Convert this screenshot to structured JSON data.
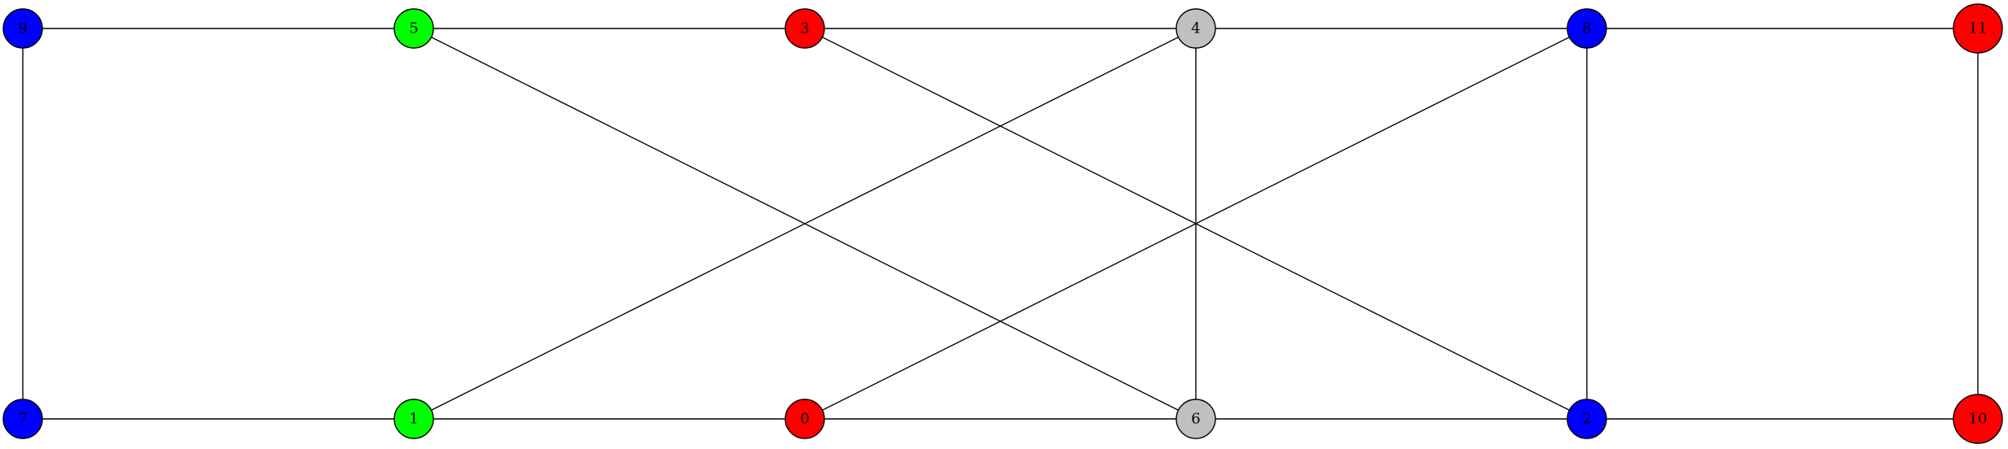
{
  "graph": {
    "nodes": [
      {
        "id": "9",
        "label": "9",
        "color": "#0000ff",
        "size": "normal",
        "row": "top",
        "col": 0
      },
      {
        "id": "5",
        "label": "5",
        "color": "#00ff00",
        "size": "normal",
        "row": "top",
        "col": 1
      },
      {
        "id": "3",
        "label": "3",
        "color": "#ff0000",
        "size": "normal",
        "row": "top",
        "col": 2
      },
      {
        "id": "4",
        "label": "4",
        "color": "#c0c0c0",
        "size": "normal",
        "row": "top",
        "col": 3
      },
      {
        "id": "8",
        "label": "8",
        "color": "#0000ff",
        "size": "normal",
        "row": "top",
        "col": 4
      },
      {
        "id": "11",
        "label": "11",
        "color": "#ff0000",
        "size": "large",
        "row": "top",
        "col": 5
      },
      {
        "id": "7",
        "label": "7",
        "color": "#0000ff",
        "size": "normal",
        "row": "bottom",
        "col": 0
      },
      {
        "id": "1",
        "label": "1",
        "color": "#00ff00",
        "size": "normal",
        "row": "bottom",
        "col": 1
      },
      {
        "id": "0",
        "label": "0",
        "color": "#ff0000",
        "size": "normal",
        "row": "bottom",
        "col": 2
      },
      {
        "id": "6",
        "label": "6",
        "color": "#c0c0c0",
        "size": "normal",
        "row": "bottom",
        "col": 3
      },
      {
        "id": "2",
        "label": "2",
        "color": "#0000ff",
        "size": "normal",
        "row": "bottom",
        "col": 4
      },
      {
        "id": "10",
        "label": "10",
        "color": "#ff0000",
        "size": "large",
        "row": "bottom",
        "col": 5
      }
    ],
    "edges": [
      [
        "9",
        "5"
      ],
      [
        "5",
        "3"
      ],
      [
        "3",
        "4"
      ],
      [
        "4",
        "8"
      ],
      [
        "8",
        "11"
      ],
      [
        "7",
        "1"
      ],
      [
        "1",
        "0"
      ],
      [
        "0",
        "6"
      ],
      [
        "6",
        "2"
      ],
      [
        "2",
        "10"
      ],
      [
        "9",
        "7"
      ],
      [
        "4",
        "6"
      ],
      [
        "8",
        "2"
      ],
      [
        "11",
        "10"
      ],
      [
        "5",
        "6"
      ],
      [
        "3",
        "2"
      ],
      [
        "4",
        "1"
      ],
      [
        "8",
        "0"
      ]
    ]
  }
}
